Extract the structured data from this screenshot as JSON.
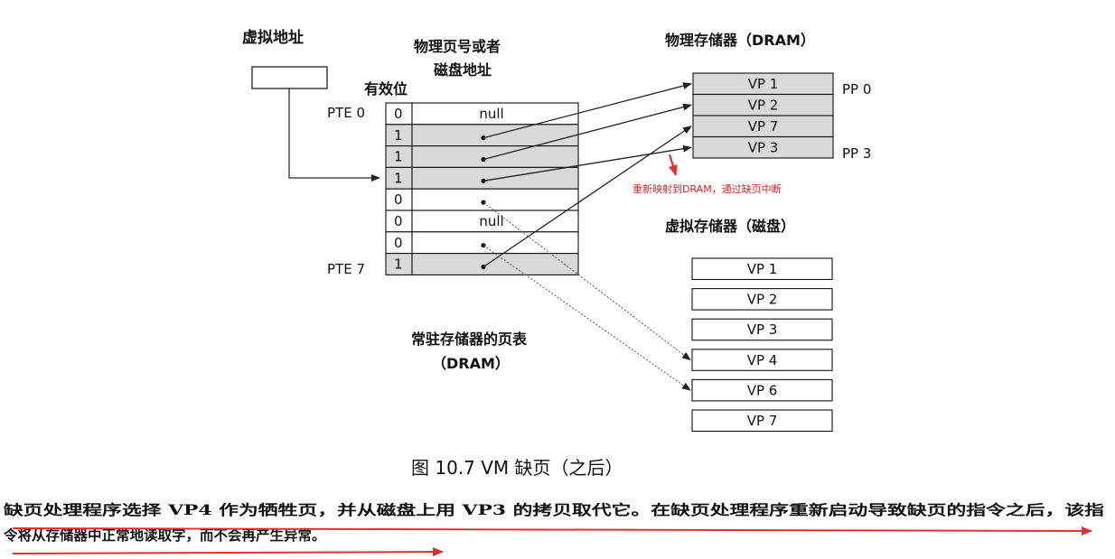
{
  "labels": {
    "virtual_address": "虚拟地址",
    "ppn_or_disk_line1": "物理页号或者",
    "ppn_or_disk_line2": "磁盘地址",
    "valid_bit": "有效位",
    "physical_memory": "物理存储器（DRAM）",
    "virtual_memory": "虚拟存储器（磁盘）",
    "page_table_line1": "常驻存储器的页表",
    "page_table_line2": "（DRAM）",
    "pte0": "PTE 0",
    "pte7": "PTE 7",
    "pp0": "PP 0",
    "pp3": "PP 3",
    "annotation": "重新映射到DRAM，通过缺页中断"
  },
  "page_table": [
    {
      "valid": "0",
      "entry": "null"
    },
    {
      "valid": "1",
      "entry": ""
    },
    {
      "valid": "1",
      "entry": ""
    },
    {
      "valid": "1",
      "entry": ""
    },
    {
      "valid": "0",
      "entry": ""
    },
    {
      "valid": "0",
      "entry": "null"
    },
    {
      "valid": "0",
      "entry": ""
    },
    {
      "valid": "1",
      "entry": ""
    }
  ],
  "physical_pages": [
    "VP 1",
    "VP 2",
    "VP 7",
    "VP 3"
  ],
  "disk_pages": [
    "VP 1",
    "VP 2",
    "VP 3",
    "VP 4",
    "VP 6",
    "VP 7"
  ],
  "caption": "图 10.7   VM 缺页（之后）",
  "body_text": {
    "line1": "缺页处理程序选择 VP4 作为牺牲页，并从磁盘上用 VP3 的拷贝取代它。在缺页处理程序重新启动导致缺页的指令之后，该指",
    "line2": "令将从存储器中正常地读取字，而不会再产生异常。"
  },
  "colors": {
    "ink": "#111111",
    "shade": "#d9d9d9",
    "annotation_red": "#e02020",
    "underline_red": "#e03030"
  }
}
